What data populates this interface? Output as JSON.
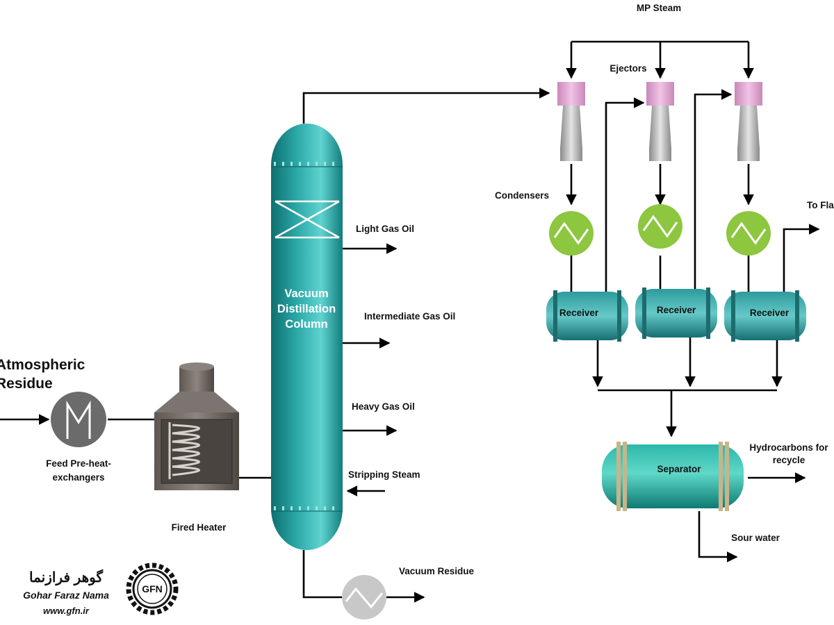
{
  "labels": {
    "atmospheric_residue": [
      "Atmospheric",
      "Residue"
    ],
    "feed_preheat": [
      "Feed Pre-heat-",
      "exchangers"
    ],
    "fired_heater": "Fired Heater",
    "column": [
      "Vacuum",
      "Distillation",
      "Column"
    ],
    "light_gas_oil": "Light Gas Oil",
    "intermediate_gas_oil": "Intermediate Gas Oil",
    "heavy_gas_oil": "Heavy Gas Oil",
    "stripping_steam": "Stripping Steam",
    "vacuum_residue": "Vacuum Residue",
    "mp_steam": "MP Steam",
    "ejectors": "Ejectors",
    "condensers": "Condensers",
    "to_flare": "To Fla",
    "receiver_1": "Receiver",
    "receiver_2": "Receiver",
    "receiver_3": "Receiver",
    "separator": "Separator",
    "hydrocarbons": [
      "Hydrocarbons for",
      "recycle"
    ],
    "sour_water": "Sour water"
  },
  "logo": {
    "persian": "گوهر فرازنما",
    "english": "Gohar Faraz Nama",
    "url": "www.gfn.ir",
    "emblem": "GFN"
  },
  "colors": {
    "column": "#1f9a9a",
    "condenser": "#8dc63f",
    "ejector_head": "#e6a8d6",
    "heater": "#6e6762",
    "vessel": "#1a9d93"
  }
}
